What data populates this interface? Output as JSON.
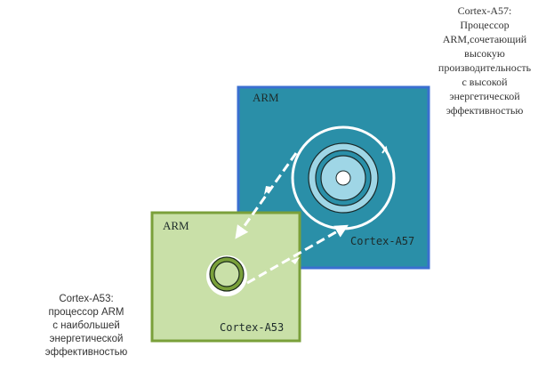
{
  "diagram": {
    "title": "ARM big.LITTLE",
    "colors": {
      "big_box_fill": "#2a8fa8",
      "big_box_border": "#3a6fd0",
      "little_box_fill": "#c9e0a8",
      "little_box_border": "#7aa03a",
      "big_core_light": "#9fd6e6",
      "big_core_dark": "#2a8fa8",
      "little_core_ring": "#7aa03a",
      "little_core_fill": "#c9e0a8",
      "arrow": "#ffffff"
    },
    "big_cluster": {
      "vendor_label": "ARM",
      "core_label": "Cortex-A57"
    },
    "little_cluster": {
      "vendor_label": "ARM",
      "core_label": "Cortex-A53"
    },
    "captions": {
      "a57": "Cortex-A57:\nПроцессор\nARM,сочетающий\nвысокую\nпроизводительность\nс высокой\nэнергетической\nэффективностью",
      "a53": "Cortex-A53:\nпроцессор ARM\nс наибольшей\nэнергетической\nэффективностью"
    }
  }
}
